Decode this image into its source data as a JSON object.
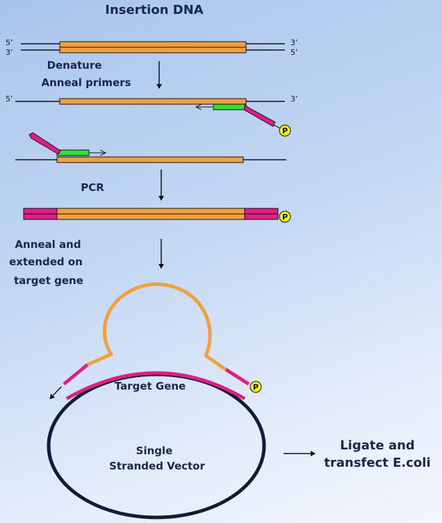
{
  "title": "Insertion DNA",
  "step_denature": "Denature",
  "step_anneal_primers": "Anneal primers",
  "step_pcr": "PCR",
  "step_anneal_extend": [
    "Anneal and",
    "extended on",
    "target gene"
  ],
  "target_gene_label": "Target Gene",
  "vector_label": [
    "Single",
    "Stranded Vector"
  ],
  "ligate_label": [
    "Ligate and",
    "transfect E.coli"
  ],
  "ends": {
    "five": "5’",
    "three": "3’"
  },
  "phosphate": "P",
  "colors": {
    "insert_orange": "#f0a040",
    "primer_magenta": "#dd1f86",
    "primer_green": "#33dd3a",
    "vector_navy": "#121b38",
    "phosphate_yellow": "#f6ee1a"
  }
}
